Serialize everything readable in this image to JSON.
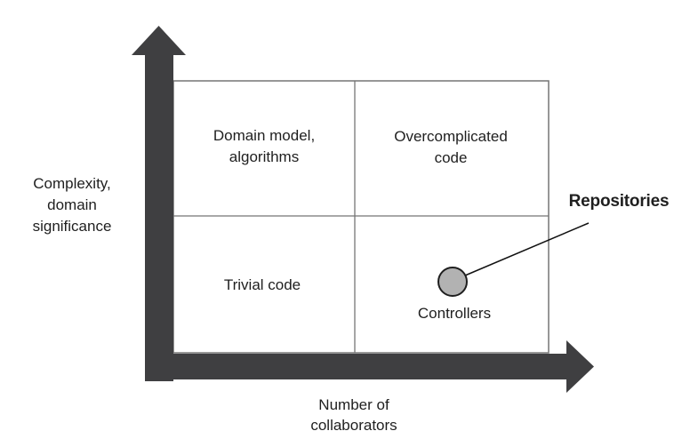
{
  "colors": {
    "arrow": "#3f3f41",
    "box-border": "#757575",
    "circle-fill": "#b2b2b2",
    "circle-stroke": "#1f1f1f",
    "text": "#1f1f1f",
    "background": "#ffffff"
  },
  "diagram": {
    "type": "quadrant",
    "axes": {
      "y_label": "Complexity,\ndomain\nsignificance",
      "x_label": "Number of\ncollaborators"
    },
    "quadrants": {
      "top_left": "Domain model,\nalgorithms",
      "top_right": "Overcomplicated\ncode",
      "bottom_left": "Trivial code",
      "bottom_right": "Controllers"
    },
    "annotation": {
      "label": "Repositories",
      "points_to": "data point in bottom-right quadrant"
    }
  }
}
